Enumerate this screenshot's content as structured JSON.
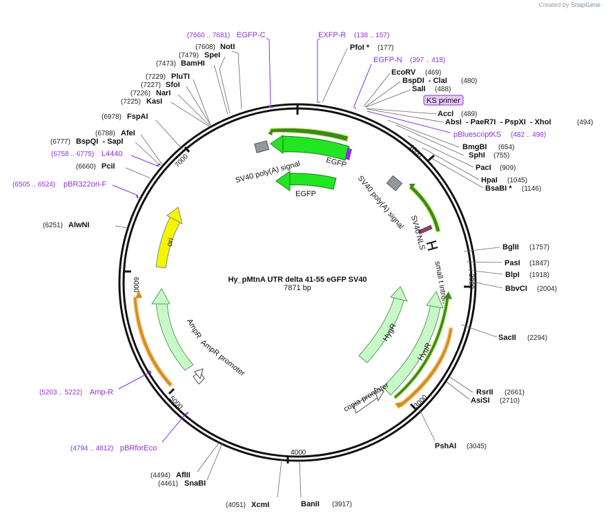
{
  "credit": {
    "prefix": "Created by",
    "brand": "SnapGene"
  },
  "plasmid": {
    "name": "Hy_pMtnA UTR delta 41-55 eGFP SV40",
    "length": "7871 bp"
  },
  "ticks": [
    "1000",
    "2000",
    "3000",
    "4000",
    "5000",
    "6000",
    "7000"
  ],
  "sites": {
    "notI": {
      "name": "NotI",
      "pos": "(7608)"
    },
    "speI": {
      "name": "SpeI",
      "pos": "(7479)"
    },
    "bamHI": {
      "name": "BamHI",
      "pos": "(7473)"
    },
    "pluTI": {
      "name": "PluTI",
      "pos": "(7229)"
    },
    "sfoI": {
      "name": "SfoI",
      "pos": "(7227)"
    },
    "narI": {
      "name": "NarI",
      "pos": "(7226)"
    },
    "kasI": {
      "name": "KasI",
      "pos": "(7225)"
    },
    "fspAI": {
      "name": "FspAI",
      "pos": "(6978)"
    },
    "afeI": {
      "name": "AfeI",
      "pos": "(6788)"
    },
    "bspQI": {
      "name": "BspQI  - SapI",
      "pos": "(6777)"
    },
    "pciI": {
      "name": "PciI",
      "pos": "(6660)"
    },
    "alwNI": {
      "name": "AlwNI",
      "pos": "(6251)"
    },
    "pfoI": {
      "name": "PfoI *",
      "pos": "(177)"
    },
    "ecoRV": {
      "name": "EcoRV",
      "pos": "(469)"
    },
    "bspDI": {
      "name": "BspDI  - ClaI",
      "pos": "(480)"
    },
    "salI": {
      "name": "SalI",
      "pos": "(488)"
    },
    "accI": {
      "name": "AccI",
      "pos": "(489)"
    },
    "absI": {
      "name": "AbsI  - PaeR7I  - PspXI  - XhoI",
      "pos": "(494)"
    },
    "bmgBI": {
      "name": "BmgBI",
      "pos": "(654)"
    },
    "sphI": {
      "name": "SphI",
      "pos": "(755)"
    },
    "pacI": {
      "name": "PacI",
      "pos": "(909)"
    },
    "hpaI": {
      "name": "HpaI",
      "pos": "(1045)"
    },
    "bsaBI": {
      "name": "BsaBI *",
      "pos": "(1146)"
    },
    "bglII": {
      "name": "BglII",
      "pos": "(1757)"
    },
    "pasI": {
      "name": "PasI",
      "pos": "(1847)"
    },
    "blpI": {
      "name": "BlpI",
      "pos": "(1918)"
    },
    "bbvCI": {
      "name": "BbvCI",
      "pos": "(2004)"
    },
    "sacII": {
      "name": "SacII",
      "pos": "(2294)"
    },
    "rsrII": {
      "name": "RsrII",
      "pos": "(2661)"
    },
    "asiSI": {
      "name": "AsiSI",
      "pos": "(2710)"
    },
    "pshAI": {
      "name": "PshAI",
      "pos": "(3045)"
    },
    "banII": {
      "name": "BanII",
      "pos": "(3917)"
    },
    "xcmI": {
      "name": "XcmI",
      "pos": "(4051)"
    },
    "snaBI": {
      "name": "SnaBI",
      "pos": "(4461)"
    },
    "aflII": {
      "name": "AflII",
      "pos": "(4494)"
    }
  },
  "primers": {
    "egfpC": {
      "name": "EGFP-C",
      "pos": "(7660 .. 7681)"
    },
    "exfpR": {
      "name": "EXFP-R",
      "pos": "(138 .. 157)"
    },
    "egfpN": {
      "name": "EGFP-N",
      "pos": "(397 .. 418)"
    },
    "ks": {
      "name": "KS primer"
    },
    "pBluescriptKS": {
      "name": "pBluescriptKS",
      "pos": "(482 .. 498)"
    },
    "l4440": {
      "name": "L4440",
      "pos": "(6758 .. 6775)"
    },
    "pBR322ori": {
      "name": "pBR322ori-F",
      "pos": "(6505 .. 6524)"
    },
    "ampR": {
      "name": "Amp-R",
      "pos": "(5203 .. 5222)"
    },
    "pBRforEco": {
      "name": "pBRforEco",
      "pos": "(4794 .. 4812)"
    }
  },
  "features": {
    "sv40polyA1": "SV40 poly(A) signal",
    "egfp1": "EGFP",
    "egfp2": "EGFP",
    "sv40polyA2": "SV40 poly(A) signal",
    "sv40nls": "SV40 NLS",
    "smallT": "small t intron",
    "ori": "ori",
    "ampR": "AmpR",
    "ampRpromoter": "AmpR promoter",
    "hygR1": "HygR",
    "hygR2": "HygR",
    "copia": "copia promoter"
  },
  "colors": {
    "egfp": "#21e621",
    "light_green": "#c8f7c8",
    "ori": "#f5f500",
    "primer": "#8d2fdc",
    "ks_fill": "#e7c9f8",
    "orange": "#d98c1f",
    "dark_green": "#3a8a1a",
    "grey": "#9099a0"
  }
}
